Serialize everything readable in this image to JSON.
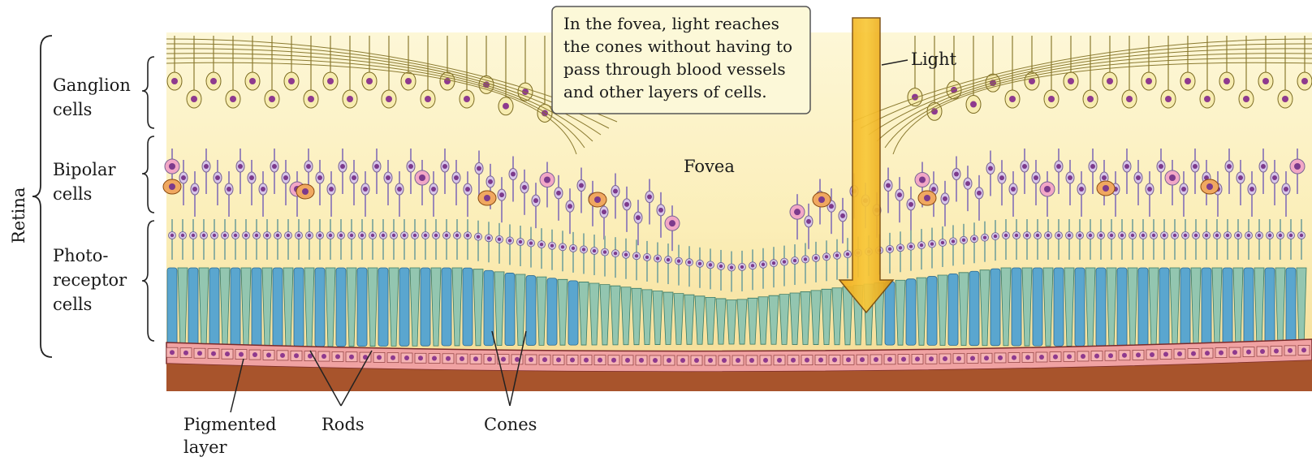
{
  "diagram": {
    "retina_label": "Retina",
    "ganglion_label": [
      "Ganglion",
      "cells"
    ],
    "bipolar_label": [
      "Bipolar",
      "cells"
    ],
    "photoreceptor_label": [
      "Photo-",
      "receptor",
      "cells"
    ],
    "fovea_label": "Fovea",
    "light_label": "Light",
    "callout_lines": [
      "In the fovea, light reaches",
      "the cones without having to",
      "pass through blood vessels",
      "and other layers of cells."
    ],
    "pigmented_label": [
      "Pigmented",
      "layer"
    ],
    "rods_label": "Rods",
    "cones_label": "Cones"
  },
  "colors": {
    "background_gradient_top": "#fbf2c4",
    "background_gradient_bottom": "#f7e4a0",
    "pigmented_layer": "#f2a6a6",
    "choroid": "#a8542c",
    "ganglion_cell": "#f7ecb0",
    "ganglion_nucleus": "#8e3a8e",
    "bipolar_cell": "#d8c6ea",
    "rod": "#5aa6cf",
    "cone": "#93c6b0",
    "arrow": "#f1b51c"
  }
}
